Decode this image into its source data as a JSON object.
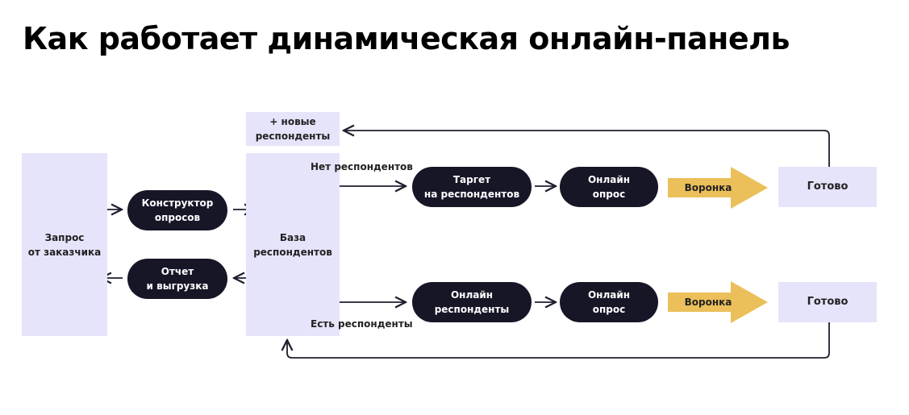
{
  "title": "Как работает динамическая онлайн-панель",
  "nodes": {
    "request": "Запрос\nот заказчика",
    "constructor": "Конструктор\nопросов",
    "report": "Отчет\nи выгрузка",
    "database": "База\nреспондентов",
    "new_respondents": "+ новые\nреспонденты",
    "target": "Таргет\nна респондентов",
    "online_survey_top": "Онлайн\nопрос",
    "online_respondents": "Онлайн\nреспонденты",
    "online_survey_bottom": "Онлайн\nопрос",
    "funnel_top": "Воронка",
    "funnel_bottom": "Воронка",
    "done_top": "Готово",
    "done_bottom": "Готово"
  },
  "edge_labels": {
    "no_respondents": "Нет респондентов",
    "has_respondents": "Есть респонденты"
  },
  "colors": {
    "box_fill": "#e6e4fa",
    "pill_fill": "#171627",
    "funnel_fill": "#ebc05a",
    "line": "#1e1e2e"
  }
}
